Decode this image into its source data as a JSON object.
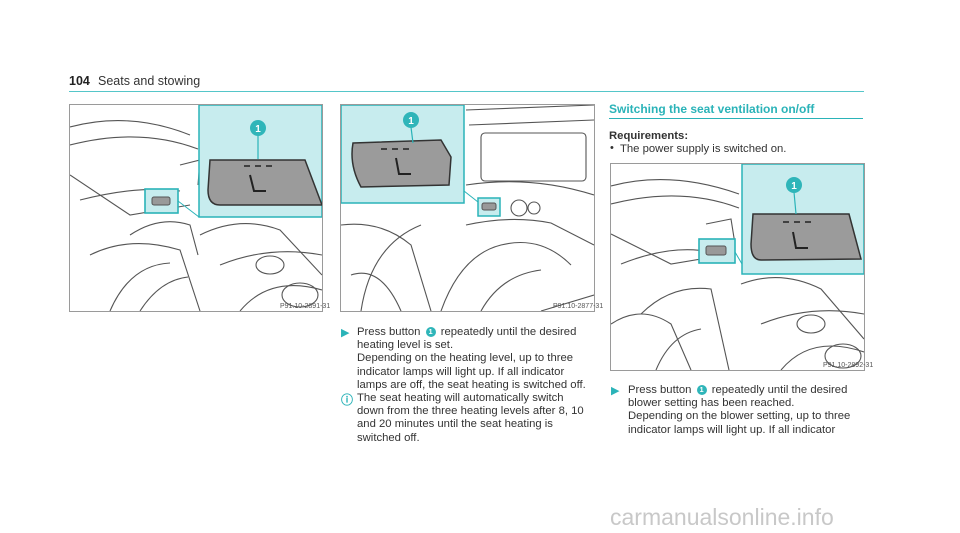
{
  "header": {
    "page_number": "104",
    "title": "Seats and stowing"
  },
  "colors": {
    "accent": "#2ab3b8",
    "panel": "#c7ecee"
  },
  "figures": [
    {
      "callout": "1",
      "id": "P91.10-2891-31"
    },
    {
      "callout": "1",
      "id": "P91.10-2877-31"
    },
    {
      "callout": "1",
      "id": "P91.10-2892-31"
    }
  ],
  "heating": {
    "step_text_before": "Press button",
    "step_callout": "1",
    "step_text_after": "repeatedly until the desired",
    "step_line2": "heating level is set.",
    "detail_lines": [
      "Depending on the heating level, up to three",
      "indicator lamps will light up. If all indicator",
      "lamps are off, the seat heating is switched off."
    ],
    "info_lines": [
      "The seat heating will automatically switch",
      "down from the three heating levels after 8, 10",
      "and 20 minutes until the seat heating is",
      "switched off."
    ]
  },
  "ventilation": {
    "section_title": "Switching the seat ventilation on/off",
    "requirements_title": "Requirements:",
    "requirement": "The power supply is switched on.",
    "step_text_before": "Press button",
    "step_callout": "1",
    "step_text_after": "repeatedly until the desired",
    "step_line2": "blower setting has been reached.",
    "detail_lines": [
      "Depending on the blower setting, up to three",
      "indicator lamps will light up. If all indicator"
    ]
  },
  "watermark": "carmanualsonline.info"
}
